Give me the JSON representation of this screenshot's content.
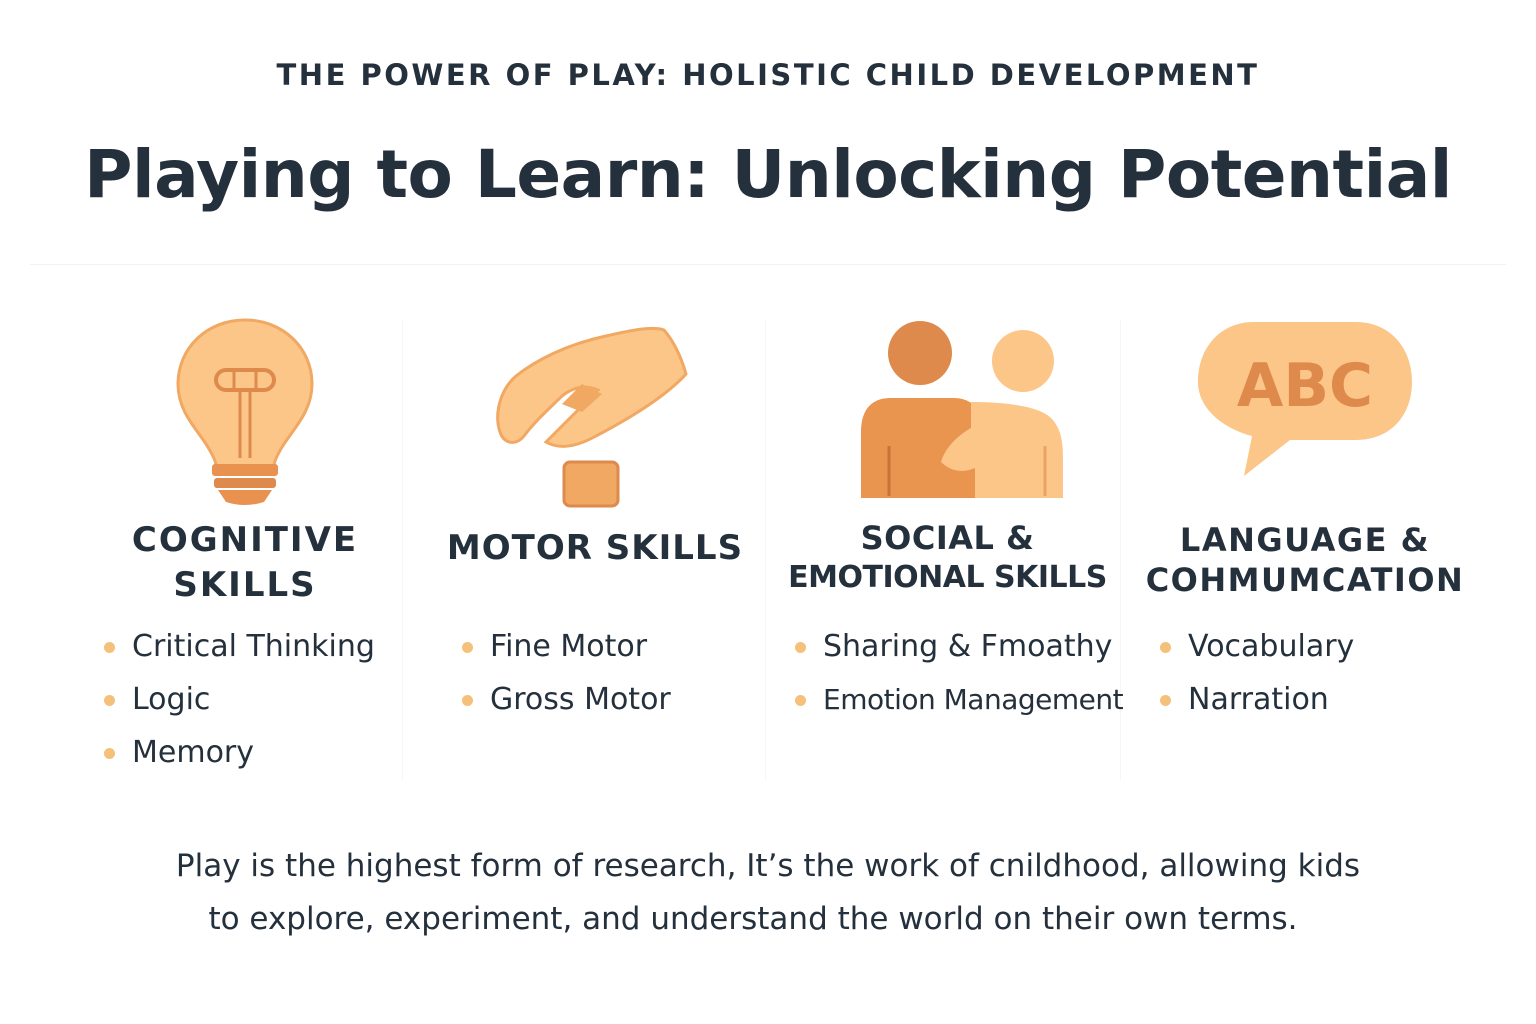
{
  "header": {
    "eyebrow": "THE POWER OF PLAY: HOLISTIC CHILD DEVELOPMENT",
    "title": "Playing to Learn: Unlocking Potential"
  },
  "colors": {
    "text": "#25303d",
    "bullet": "#f5c07a",
    "icon_light": "#fcc689",
    "icon_mid": "#f4ab6b",
    "icon_dark": "#de8a4d",
    "icon_line": "#d98549"
  },
  "panels": [
    {
      "icon": "lightbulb-icon",
      "heading_lines": [
        "COGNITIVE",
        "SKILLS"
      ],
      "items": [
        "Critical Thinking",
        "Logic",
        "Memory"
      ]
    },
    {
      "icon": "hand-block-icon",
      "heading_lines": [
        "MOTOR SKILLS"
      ],
      "items": [
        "Fine Motor",
        "Gross Motor"
      ]
    },
    {
      "icon": "two-people-icon",
      "heading_lines": [
        "SOCIAL &",
        "EMOTIONAL SKILLS"
      ],
      "items": [
        "Sharing & Fmoathy",
        "Emotion Management"
      ]
    },
    {
      "icon": "speech-bubble-abc-icon",
      "icon_text": "ABC",
      "heading_lines": [
        "LANGUAGE &",
        "COHMUMCATION"
      ],
      "items": [
        "Vocabulary",
        "Narration"
      ]
    }
  ],
  "quote_lines": [
    "Play is the highest form of research, It’s the work of cnildhood, allowing kids",
    "to explore, experiment, and understand the world on their own terms."
  ]
}
